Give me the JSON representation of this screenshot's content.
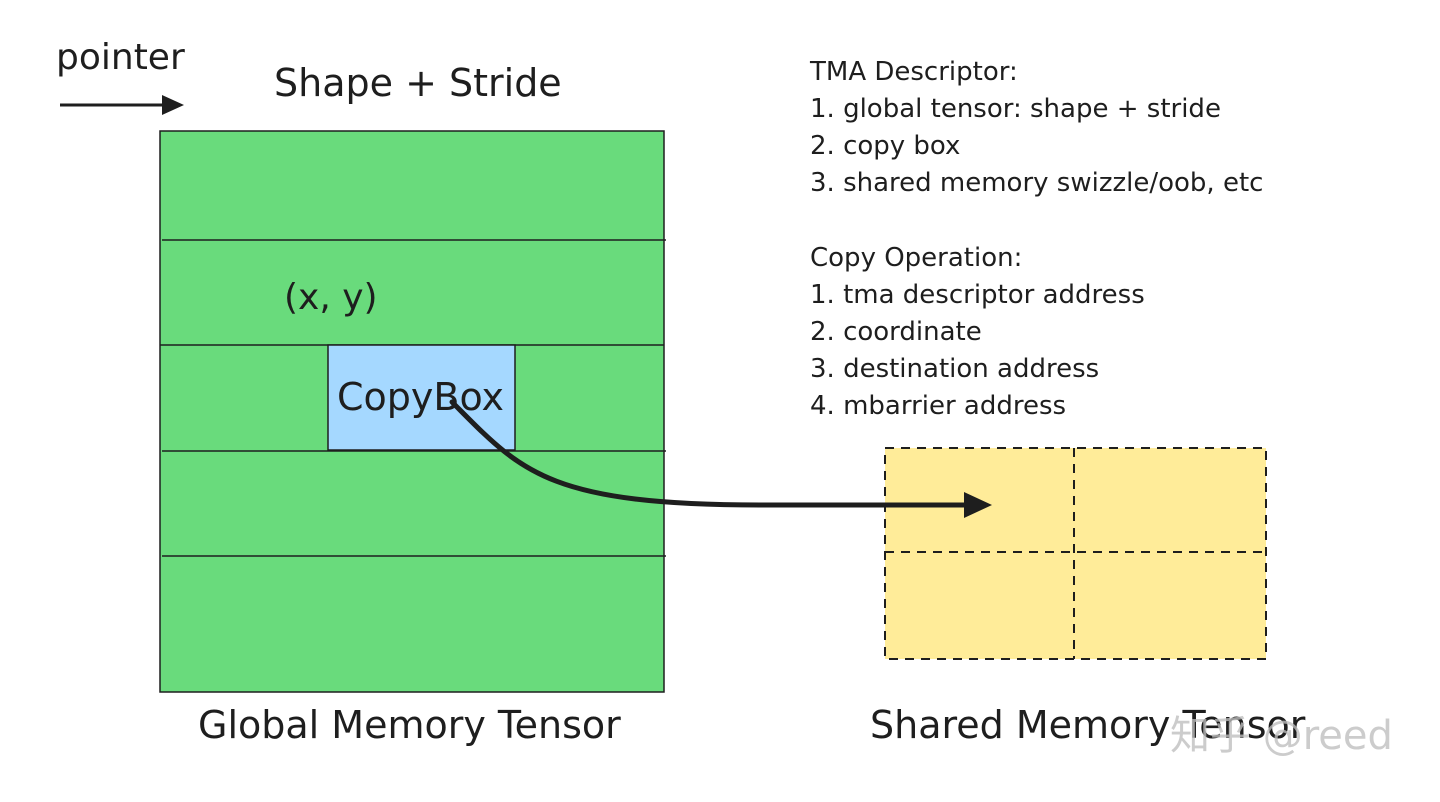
{
  "colors": {
    "global_tensor_fill": "#69db7c",
    "copy_box_fill": "#a5d8ff",
    "shared_tensor_fill": "#ffec99",
    "stroke": "#1e1e1e"
  },
  "labels": {
    "pointer": "pointer",
    "shape_stride": "Shape + Stride",
    "coordinate": "(x, y)",
    "copy_box": "CopyBox",
    "global_tensor": "Global Memory Tensor",
    "shared_tensor": "Shared Memory Tensor"
  },
  "tma_descriptor": {
    "title": "TMA Descriptor:",
    "items": [
      "1. global tensor: shape + stride",
      "2. copy box",
      "3. shared memory swizzle/oob, etc"
    ]
  },
  "copy_operation": {
    "title": "Copy Operation:",
    "items": [
      "1. tma descriptor address",
      "2. coordinate",
      "3. destination address",
      "4. mbarrier address"
    ]
  },
  "watermark": "知乎 @reed"
}
